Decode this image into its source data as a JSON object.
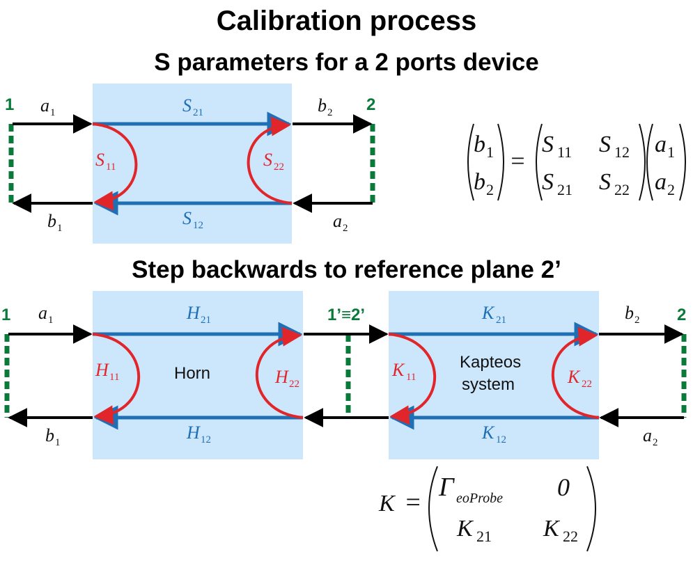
{
  "titles": {
    "main": "Calibration process",
    "subtitle": "S parameters for a 2 ports device",
    "step": "Step backwards to reference plane 2’"
  },
  "top_diagram": {
    "port_left": "1",
    "port_right": "2",
    "a1": {
      "base": "a",
      "sub": "1"
    },
    "b1": {
      "base": "b",
      "sub": "1"
    },
    "a2": {
      "base": "a",
      "sub": "2"
    },
    "b2": {
      "base": "b",
      "sub": "2"
    },
    "s21": {
      "base": "S",
      "sub": "21"
    },
    "s12": {
      "base": "S",
      "sub": "12"
    },
    "s11": {
      "base": "S",
      "sub": "11"
    },
    "s22": {
      "base": "S",
      "sub": "22"
    }
  },
  "matrix_s": {
    "lhs": [
      {
        "base": "b",
        "sub": "1"
      },
      {
        "base": "b",
        "sub": "2"
      }
    ],
    "equals": "=",
    "m": [
      {
        "base": "S",
        "sub": "11"
      },
      {
        "base": "S",
        "sub": "12"
      },
      {
        "base": "S",
        "sub": "21"
      },
      {
        "base": "S",
        "sub": "22"
      }
    ],
    "rhs": [
      {
        "base": "a",
        "sub": "1"
      },
      {
        "base": "a",
        "sub": "2"
      }
    ]
  },
  "bottom_diagram": {
    "port_left": "1",
    "port_mid": "1’≡2’",
    "port_right": "2",
    "a1": {
      "base": "a",
      "sub": "1"
    },
    "b1": {
      "base": "b",
      "sub": "1"
    },
    "a2": {
      "base": "a",
      "sub": "2"
    },
    "b2": {
      "base": "b",
      "sub": "2"
    },
    "horn_label": "Horn",
    "h21": {
      "base": "H",
      "sub": "21"
    },
    "h12": {
      "base": "H",
      "sub": "12"
    },
    "h11": {
      "base": "H",
      "sub": "11"
    },
    "h22": {
      "base": "H",
      "sub": "22"
    },
    "kapteos_label_1": "Kapteos",
    "kapteos_label_2": "system",
    "k21": {
      "base": "K",
      "sub": "21"
    },
    "k12": {
      "base": "K",
      "sub": "12"
    },
    "k11": {
      "base": "K",
      "sub": "11"
    },
    "k22": {
      "base": "K",
      "sub": "22"
    }
  },
  "matrix_k": {
    "lhs": "K",
    "equals": "=",
    "gamma": {
      "base": "Γ",
      "sub": "eoProbe"
    },
    "zero": "0",
    "k21": {
      "base": "K",
      "sub": "21"
    },
    "k22": {
      "base": "K",
      "sub": "22"
    }
  },
  "colors": {
    "box_fill": "#cce6fb",
    "blue": "#1f6fb5",
    "red": "#e0262b",
    "green": "#0a7a3a",
    "black": "#000000"
  }
}
